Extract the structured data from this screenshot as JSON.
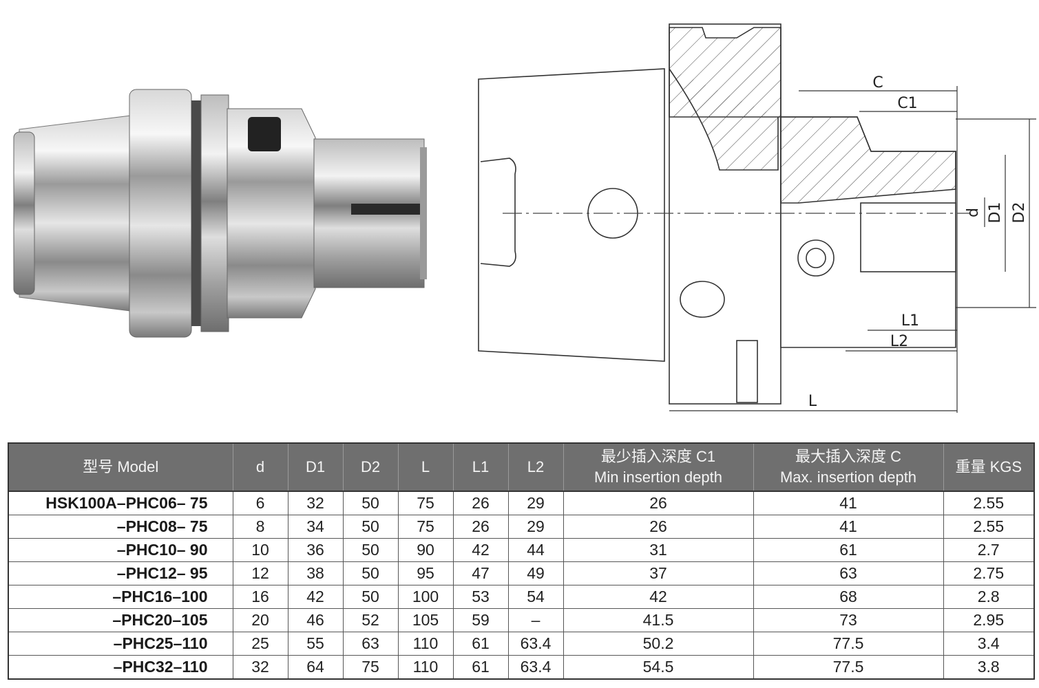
{
  "drawing_labels": {
    "c": "C",
    "c1": "C1",
    "d": "d",
    "d1": "D1",
    "d2": "D2",
    "l1": "L1",
    "l2": "L2",
    "l": "L"
  },
  "table": {
    "headers": [
      {
        "key": "model",
        "line1": "型号  Model",
        "line2": ""
      },
      {
        "key": "d",
        "line1": "d",
        "line2": ""
      },
      {
        "key": "D1",
        "line1": "D1",
        "line2": ""
      },
      {
        "key": "D2",
        "line1": "D2",
        "line2": ""
      },
      {
        "key": "L",
        "line1": "L",
        "line2": ""
      },
      {
        "key": "L1",
        "line1": "L1",
        "line2": ""
      },
      {
        "key": "L2",
        "line1": "L2",
        "line2": ""
      },
      {
        "key": "C1",
        "line1": "最少插入深度 C1",
        "line2": "Min insertion depth"
      },
      {
        "key": "C",
        "line1": "最大插入深度 C",
        "line2": "Max. insertion depth"
      },
      {
        "key": "kgs",
        "line1": "重量 KGS",
        "line2": ""
      }
    ],
    "rows": [
      [
        "HSK100A–PHC06–  75",
        "6",
        "32",
        "50",
        "75",
        "26",
        "29",
        "26",
        "41",
        "2.55"
      ],
      [
        "–PHC08–  75",
        "8",
        "34",
        "50",
        "75",
        "26",
        "29",
        "26",
        "41",
        "2.55"
      ],
      [
        "–PHC10–  90",
        "10",
        "36",
        "50",
        "90",
        "42",
        "44",
        "31",
        "61",
        "2.7"
      ],
      [
        "–PHC12–  95",
        "12",
        "38",
        "50",
        "95",
        "47",
        "49",
        "37",
        "63",
        "2.75"
      ],
      [
        "–PHC16–100",
        "16",
        "42",
        "50",
        "100",
        "53",
        "54",
        "42",
        "68",
        "2.8"
      ],
      [
        "–PHC20–105",
        "20",
        "46",
        "52",
        "105",
        "59",
        "–",
        "41.5",
        "73",
        "2.95"
      ],
      [
        "–PHC25–110",
        "25",
        "55",
        "63",
        "110",
        "61",
        "63.4",
        "50.2",
        "77.5",
        "3.4"
      ],
      [
        "–PHC32–110",
        "32",
        "64",
        "75",
        "110",
        "61",
        "63.4",
        "54.5",
        "77.5",
        "3.8"
      ]
    ]
  }
}
